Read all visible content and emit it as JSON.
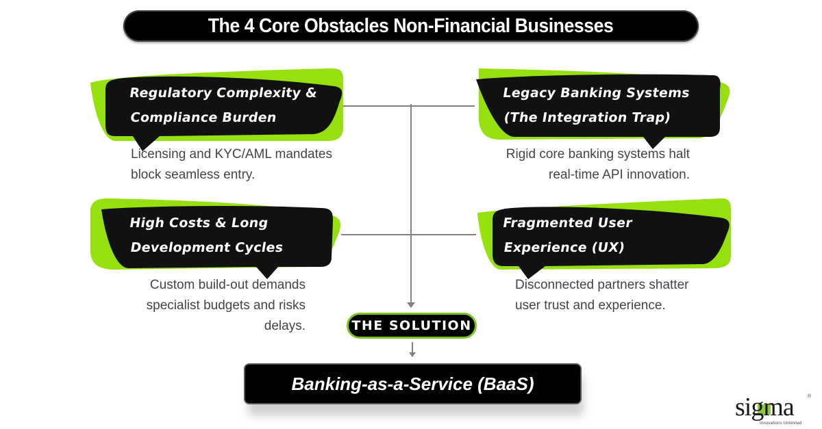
{
  "title": "The 4 Core Obstacles Non-Financial Businesses",
  "colors": {
    "accent_green": "#96e00f",
    "card_black": "#111111",
    "text_gray": "#444444",
    "connector_gray": "#808080"
  },
  "obstacles": [
    {
      "title_line1": "Regulatory Complexity &",
      "title_line2": "Compliance Burden",
      "desc_line1": "Licensing and KYC/AML mandates",
      "desc_line2": "block seamless entry.",
      "desc_line3": ""
    },
    {
      "title_line1": "Legacy Banking Systems",
      "title_line2": "(The Integration Trap)",
      "desc_line1": "Rigid core banking systems halt",
      "desc_line2": "real-time API innovation.",
      "desc_line3": ""
    },
    {
      "title_line1": "High Costs & Long",
      "title_line2": "Development Cycles",
      "desc_line1": "Custom build-out demands",
      "desc_line2": "specialist budgets and risks",
      "desc_line3": "delays."
    },
    {
      "title_line1": "Fragmented User",
      "title_line2": "Experience (UX)",
      "desc_line1": "Disconnected partners shatter",
      "desc_line2": "user trust and experience.",
      "desc_line3": ""
    }
  ],
  "solution_label": "THE SOLUTION",
  "solution_value": "Banking-as-a-Service (BaaS)",
  "logo": {
    "name": "sigma",
    "tagline": "Innovations Unlimited",
    "registered": "®"
  }
}
